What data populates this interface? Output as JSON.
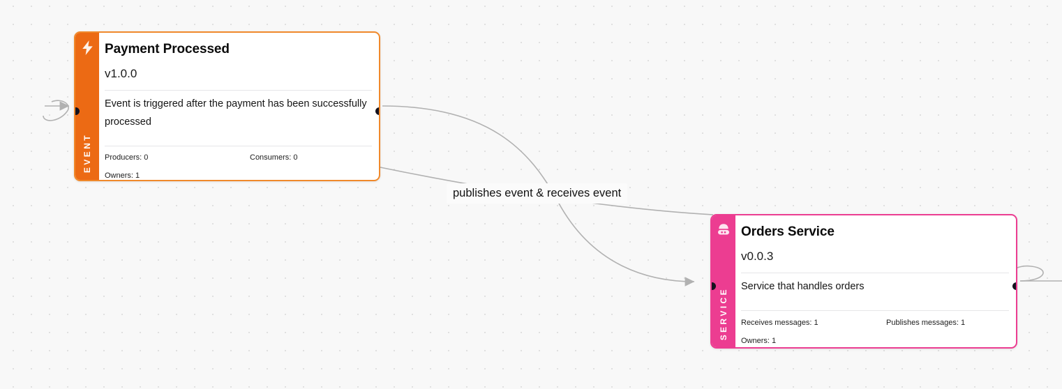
{
  "canvas": {
    "background_color": "#f8f8f8",
    "dot_color": "#dedede"
  },
  "nodes": [
    {
      "id": "payment-processed",
      "kind": "event",
      "rail_label": "EVENT",
      "rail_color": "#ec6a14",
      "border_color": "#f0892b",
      "icon": "lightning-bolt-icon",
      "title": "Payment Processed",
      "version": "v1.0.0",
      "description": "Event is triggered after the payment has been successfully processed",
      "stats": [
        {
          "left": "Producers: 0",
          "right": "Consumers: 0"
        },
        {
          "left": "Owners: 1",
          "right": ""
        }
      ]
    },
    {
      "id": "orders-service",
      "kind": "service",
      "rail_label": "SERVICE",
      "rail_color": "#ec3d91",
      "border_color": "#ec3d91",
      "icon": "server-icon",
      "title": "Orders Service",
      "version": "v0.0.3",
      "description": "Service that handles orders",
      "stats": [
        {
          "left": "Receives messages: 1",
          "right": "Publishes messages: 1"
        },
        {
          "left": "Owners: 1",
          "right": ""
        }
      ]
    }
  ],
  "edges": [
    {
      "id": "edge-publishes-receives",
      "label": "publishes event & receives event",
      "color": "#b1b1b1"
    }
  ]
}
